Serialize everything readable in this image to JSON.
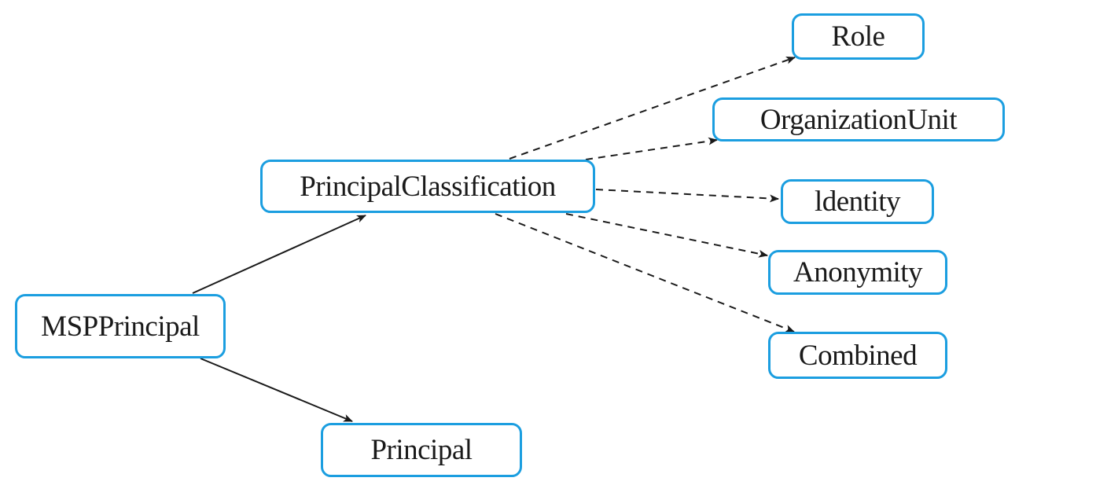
{
  "colors": {
    "node_border": "#1b9ee0",
    "edge": "#1a1a1a"
  },
  "nodes": {
    "msp": "MSPPrincipal",
    "pc": "PrincipalClassification",
    "principal": "Principal",
    "role": "Role",
    "org": "OrganizationUnit",
    "identity": "ldentity",
    "anonymity": "Anonymity",
    "combined": "Combined"
  },
  "edges": [
    {
      "from": "MSPPrincipal",
      "to": "PrincipalClassification",
      "style": "solid"
    },
    {
      "from": "MSPPrincipal",
      "to": "Principal",
      "style": "solid"
    },
    {
      "from": "PrincipalClassification",
      "to": "Role",
      "style": "dashed"
    },
    {
      "from": "PrincipalClassification",
      "to": "OrganizationUnit",
      "style": "dashed"
    },
    {
      "from": "PrincipalClassification",
      "to": "ldentity",
      "style": "dashed"
    },
    {
      "from": "PrincipalClassification",
      "to": "Anonymity",
      "style": "dashed"
    },
    {
      "from": "PrincipalClassification",
      "to": "Combined",
      "style": "dashed"
    }
  ]
}
